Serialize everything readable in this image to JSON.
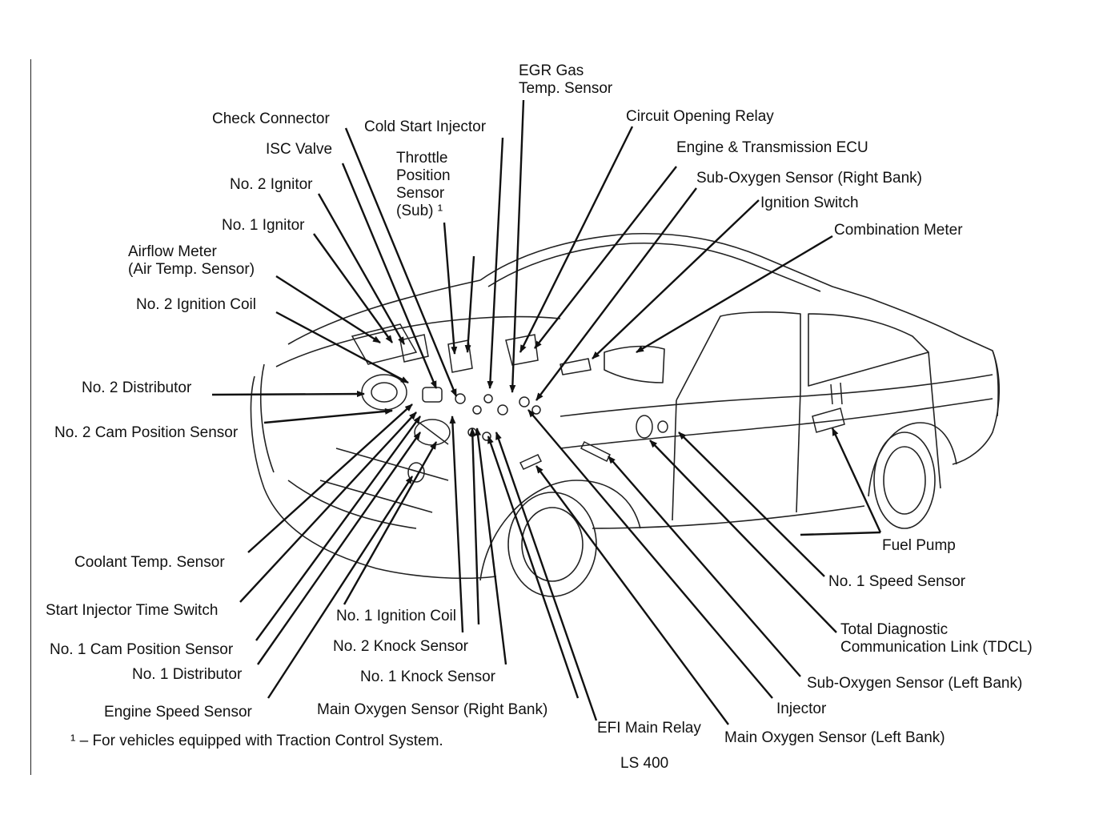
{
  "labels": {
    "egr": "EGR Gas\nTemp. Sensor",
    "check_connector": "Check Connector",
    "cold_start_injector": "Cold Start Injector",
    "circuit_opening_relay": "Circuit Opening Relay",
    "isc_valve": "ISC Valve",
    "throttle_position": "Throttle\nPosition\nSensor\n(Sub) ¹",
    "engine_ecu": "Engine & Transmission ECU",
    "sub_o2_right": "Sub-Oxygen Sensor (Right Bank)",
    "no2_ignitor": "No. 2 Ignitor",
    "ignition_switch": "Ignition Switch",
    "combination_meter": "Combination Meter",
    "no1_ignitor": "No. 1 Ignitor",
    "airflow_meter": "Airflow Meter\n(Air Temp. Sensor)",
    "no2_ignition_coil": "No. 2 Ignition Coil",
    "no2_distributor": "No. 2 Distributor",
    "no2_cam": "No. 2 Cam Position Sensor",
    "fuel_pump": "Fuel Pump",
    "coolant": "Coolant Temp. Sensor",
    "no1_speed": "No. 1 Speed Sensor",
    "start_injector_switch": "Start Injector Time Switch",
    "no1_ignition_coil": "No. 1 Ignition Coil",
    "tdcl": "Total Diagnostic\nCommunication Link (TDCL)",
    "no1_cam": "No. 1 Cam Position Sensor",
    "no2_knock": "No. 2 Knock Sensor",
    "no1_distributor": "No. 1 Distributor",
    "no1_knock": "No. 1 Knock Sensor",
    "sub_o2_left": "Sub-Oxygen Sensor (Left Bank)",
    "engine_speed": "Engine Speed Sensor",
    "main_o2_right": "Main Oxygen Sensor (Right Bank)",
    "injector": "Injector",
    "efi_main_relay": "EFI Main Relay",
    "main_o2_left": "Main Oxygen Sensor (Left Bank)"
  },
  "footnote": "¹ – For vehicles equipped with Traction Control System.",
  "model": "LS 400"
}
